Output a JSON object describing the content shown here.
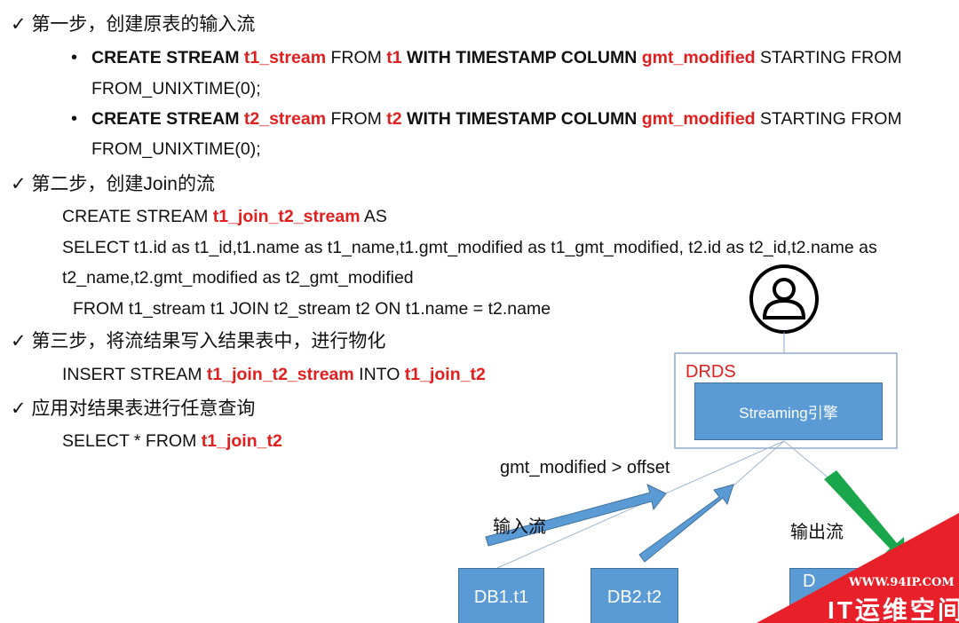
{
  "lines": [
    {
      "segs": [
        {
          "t": "✓ 第一步，创建原表的输入流"
        }
      ]
    },
    {
      "segs": [
        {
          "t": "CREATE STREAM ",
          "b": 1
        },
        {
          "t": "t1_stream",
          "b": 1,
          "r": 1
        },
        {
          "t": " FROM "
        },
        {
          "t": "t1",
          "b": 1,
          "r": 1
        },
        {
          "t": " WITH TIMESTAMP COLUMN ",
          "b": 1
        },
        {
          "t": "gmt_modified",
          "b": 1,
          "r": 1
        },
        {
          "t": " STARTING FROM"
        }
      ]
    },
    {
      "segs": [
        {
          "t": "FROM_UNIXTIME(0);"
        }
      ]
    },
    {
      "segs": [
        {
          "t": "CREATE STREAM ",
          "b": 1
        },
        {
          "t": "t2_stream",
          "b": 1,
          "r": 1
        },
        {
          "t": " FROM "
        },
        {
          "t": "t2",
          "b": 1,
          "r": 1
        },
        {
          "t": " WITH TIMESTAMP COLUMN ",
          "b": 1
        },
        {
          "t": "gmt_modified",
          "b": 1,
          "r": 1
        },
        {
          "t": " STARTING FROM"
        }
      ]
    },
    {
      "segs": [
        {
          "t": "FROM_UNIXTIME(0);"
        }
      ]
    },
    {
      "segs": [
        {
          "t": "✓ 第二步，创建Join的流"
        }
      ]
    },
    {
      "segs": [
        {
          "t": "CREATE STREAM "
        },
        {
          "t": "t1_join_t2_stream",
          "b": 1,
          "r": 1
        },
        {
          "t": " AS"
        }
      ]
    },
    {
      "segs": [
        {
          "t": "SELECT t1.id as t1_id,t1.name as t1_name,t1.gmt_modified as t1_gmt_modified, t2.id as t2_id,t2.name as"
        }
      ]
    },
    {
      "segs": [
        {
          "t": "t2_name,t2.gmt_modified as t2_gmt_modified"
        }
      ]
    },
    {
      "segs": [
        {
          "t": "FROM t1_stream t1 JOIN t2_stream t2 ON t1.name = t2.name"
        }
      ]
    },
    {
      "segs": [
        {
          "t": "✓ 第三步，将流结果写入结果表中，进行物化"
        }
      ]
    },
    {
      "segs": [
        {
          "t": "INSERT STREAM "
        },
        {
          "t": "t1_join_t2_stream",
          "b": 1,
          "r": 1
        },
        {
          "t": " INTO "
        },
        {
          "t": "t1_join_t2",
          "b": 1,
          "r": 1
        }
      ]
    },
    {
      "segs": [
        {
          "t": "✓ 应用对结果表进行任意查询"
        }
      ]
    },
    {
      "segs": [
        {
          "t": "SELECT * FROM "
        },
        {
          "t": "t1_join_t2",
          "b": 1,
          "r": 1
        }
      ]
    }
  ],
  "bullet": "•",
  "diagram": {
    "drds_label": "DRDS",
    "engine_label": "Streaming引擎",
    "condition_label": "gmt_modified > offset",
    "input_label": "输入流",
    "output_label": "输出流",
    "db1": "DB1.t1",
    "db2": "DB2.t2",
    "db3": "D"
  },
  "watermark": {
    "url": "WWW.94IP.COM",
    "name": "IT运维空间",
    "color": "#e8202a"
  },
  "colors": {
    "red": "#e0201f",
    "blue": "#5b9bd5",
    "green": "#1aa64a"
  }
}
